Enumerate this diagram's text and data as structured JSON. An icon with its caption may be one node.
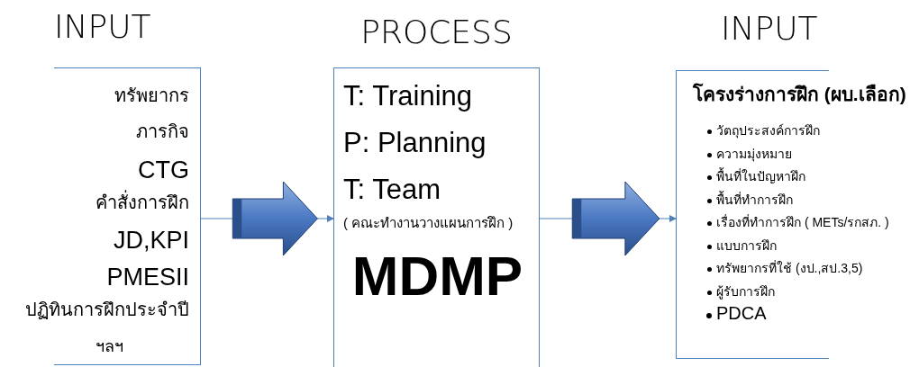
{
  "diagram": {
    "nodes": [
      {
        "text": [
          "INPUT",
          "ทรัพยากร",
          "ภารกิจ",
          "CTG",
          "คำสั่งการฝึก",
          "JD,KPI",
          "PMESII",
          "ปฏิทินการฝึกประจำปี",
          "ฯลฯ"
        ]
      },
      {
        "text": [
          "PROCESS",
          "T: Training",
          "P: Planning",
          "T: Team",
          "( คณะทำงานวางแผนการฝึก )",
          "MDMP"
        ]
      },
      {
        "text": [
          "INPUT",
          "โครงร่างการฝึก (ผบ.เลือก)",
          "วัตถุประสงค์การฝึก",
          "ความมุ่งหมาย",
          "พื้นที่ในปัญหาฝึก",
          "พื้นที่ทำการฝึก",
          "เรื่องที่ทำการฝึก ( METs/รกสภ. )",
          "แบบการฝึก",
          "ทรัพยากรที่ใช้ (งป.,สป.3,5)",
          "ผู้รับการฝึก",
          "PDCA"
        ]
      }
    ],
    "edges": [
      {
        "from": 0,
        "to": 1,
        "arrow": "to"
      },
      {
        "from": 1,
        "to": 2,
        "arrow": "to"
      }
    ]
  }
}
